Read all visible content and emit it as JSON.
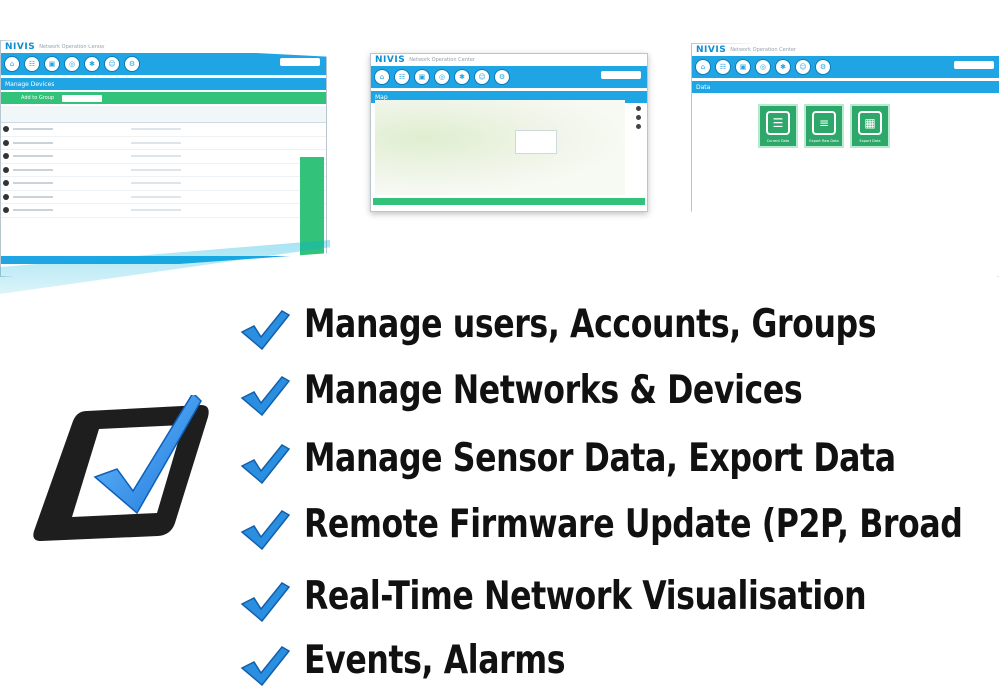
{
  "brand": {
    "name": "NIVIS",
    "subtitle": "Network Operation Center"
  },
  "screens": {
    "left": {
      "section_title": "Manage Devices",
      "group_label": "Add to Group"
    },
    "middle": {
      "section_title": "Map"
    },
    "right": {
      "section_title": "Data",
      "tiles": [
        "Current Data",
        "Export Raw Data",
        "Export Data"
      ]
    }
  },
  "features": [
    "Manage users, Accounts, Groups",
    "Manage Networks & Devices",
    "Manage Sensor Data, Export Data",
    "Remote Firmware Update (P2P, Broad",
    "Real-Time Network Visualisation",
    "Events, Alarms"
  ],
  "icons": {
    "feature_tick": "checkmark-icon",
    "logo": "checkbox-logo-icon"
  },
  "colors": {
    "nav_blue": "#1fa5e3",
    "accent_green": "#33c27a",
    "tick_blue": "#2a8fe0",
    "logo_dark": "#1e1e1e",
    "text": "#111111"
  }
}
